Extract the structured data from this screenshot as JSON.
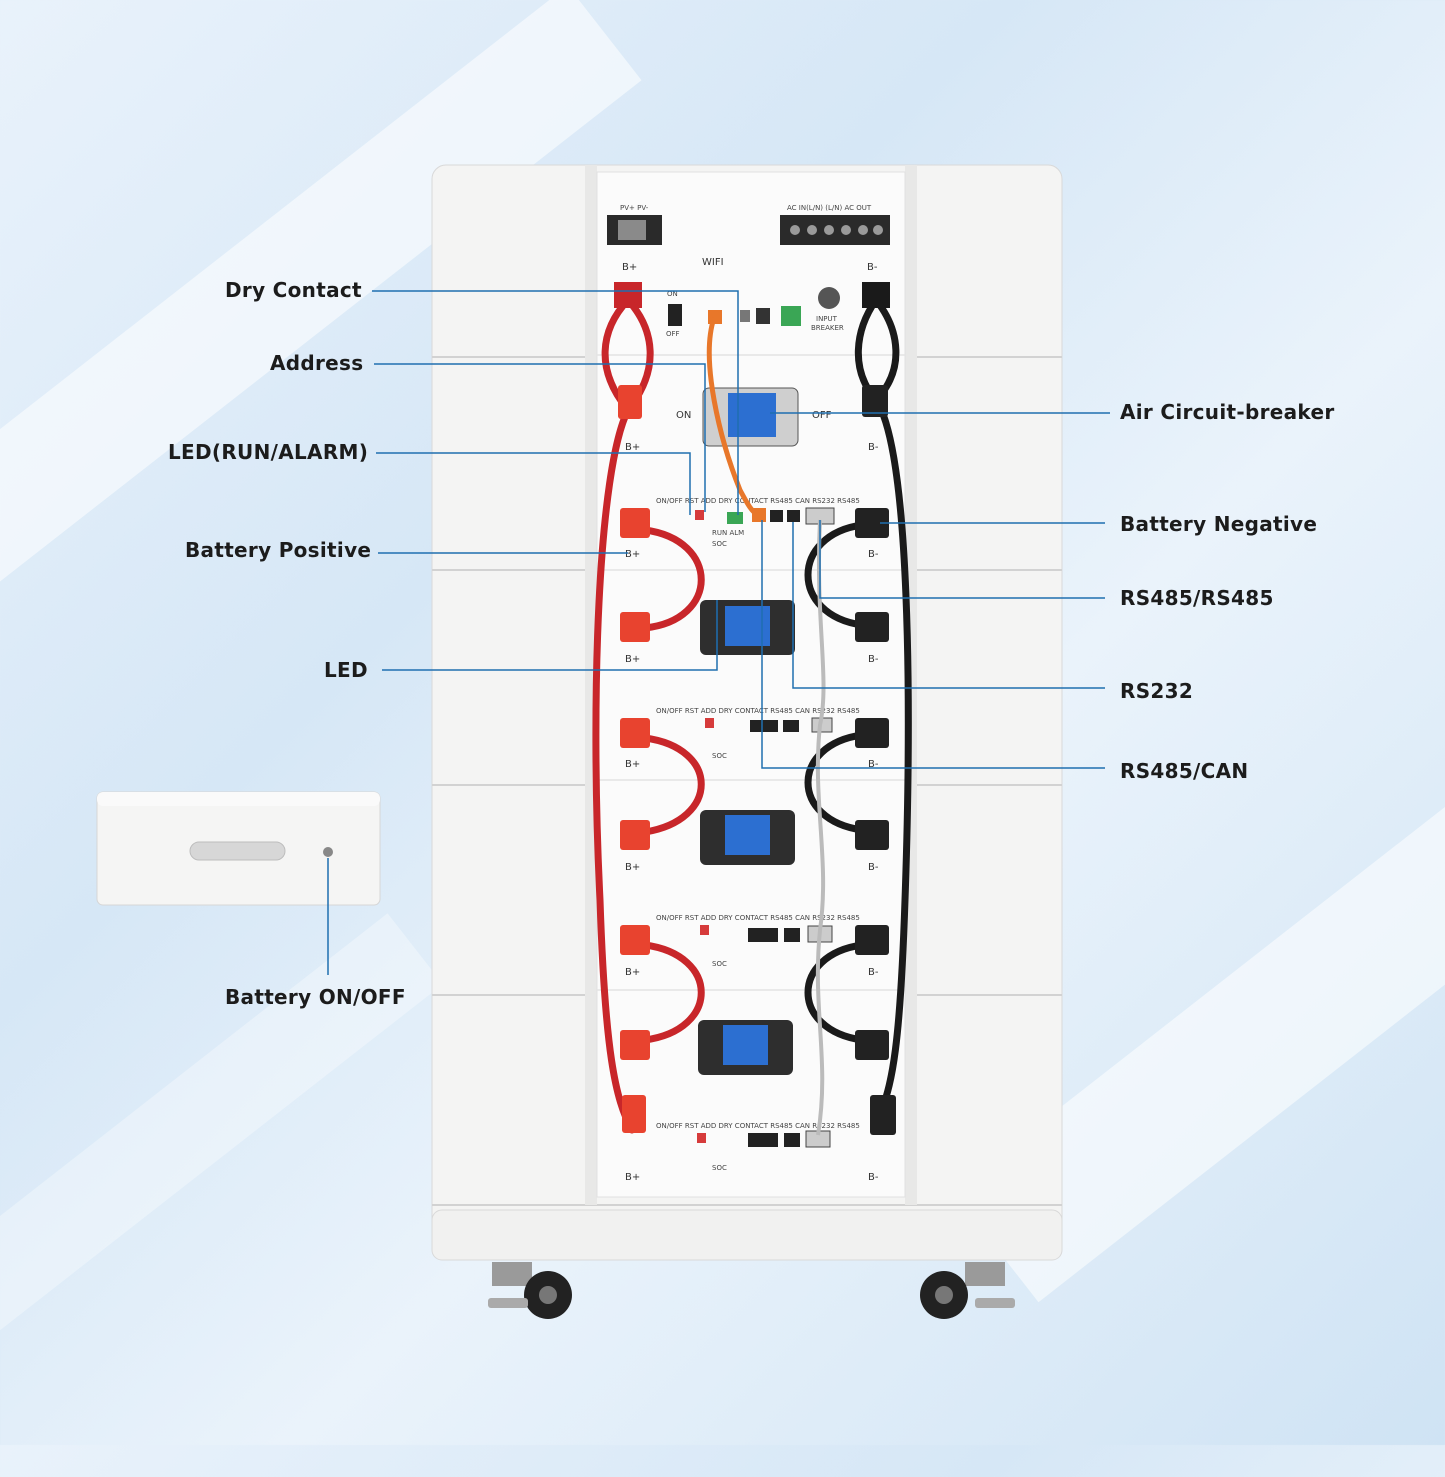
{
  "callouts": {
    "dry_contact": "Dry Contact",
    "address": "Address",
    "led_run_alarm": "LED(RUN/ALARM)",
    "battery_positive": "Battery Positive",
    "led": "LED",
    "air_circuit_breaker": "Air Circuit-breaker",
    "battery_negative": "Battery Negative",
    "rs485_rs485": "RS485/RS485",
    "rs232": "RS232",
    "rs485_can": "RS485/CAN",
    "battery_on_off": "Battery ON/OFF"
  },
  "panel": {
    "pv": "PV+  PV-",
    "ac": "AC  IN(L/N)    (L/N) AC OUT",
    "wifi": "WIFI",
    "on": "ON",
    "off": "OFF",
    "input_breaker": "INPUT",
    "input_breaker2": "BREAKER",
    "bplus": "B+",
    "bminus": "B-",
    "module_header": "ON/OFF RST  ADD  DRY CONTACT RS485  CAN  RS232  RS485",
    "soc": "SOC",
    "run_alm": "RUN ALM"
  },
  "colors": {
    "line": "#1f6fb0",
    "red_cable": "#c8262a",
    "black_cable": "#1a1a1a",
    "orange": "#e8772a"
  }
}
